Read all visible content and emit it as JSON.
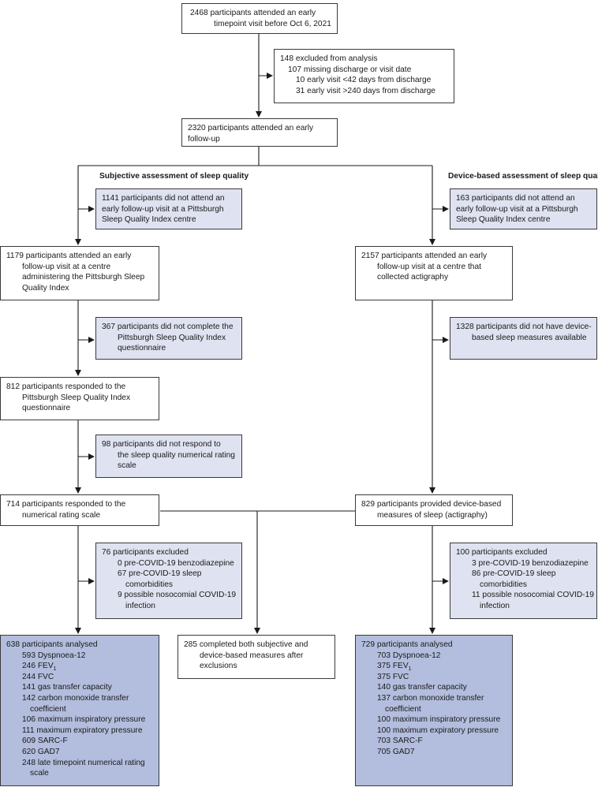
{
  "top": {
    "lines": [
      "2468 participants attended an early",
      "timepoint visit before Oct 6, 2021"
    ]
  },
  "excluded_top": {
    "lines": [
      "148 excluded from analysis",
      "107 missing discharge or visit date",
      "10 early visit <42 days from discharge",
      "31 early visit >240 days from discharge"
    ]
  },
  "early_followup": {
    "lines": [
      "2320 participants attended an early",
      "follow-up"
    ]
  },
  "headers": {
    "subjective": "Subjective assessment of sleep quality",
    "device": "Device-based assessment of sleep quality"
  },
  "left": {
    "no_psqi_centre": {
      "lines": [
        "1141 participants did not attend an",
        "early follow-up visit at a Pittsburgh",
        "Sleep Quality Index centre"
      ]
    },
    "psqi_centre": {
      "lines": [
        "1179 participants attended an early",
        "follow-up visit at a centre",
        "administering the Pittsburgh Sleep",
        "Quality Index"
      ]
    },
    "no_psqi_complete": {
      "lines": [
        "367 participants did not complete the",
        "Pittsburgh Sleep Quality Index",
        "questionnaire"
      ]
    },
    "psqi_responded": {
      "lines": [
        "812 participants responded to the",
        "Pittsburgh Sleep Quality Index",
        "questionnaire"
      ]
    },
    "no_nrs": {
      "lines": [
        "98 participants did not respond to",
        "the sleep quality numerical rating",
        "scale"
      ]
    },
    "nrs_responded": {
      "lines": [
        "714 participants responded to the",
        "numerical rating scale"
      ]
    },
    "excluded": {
      "lines": [
        "76 participants excluded",
        "0 pre-COVID-19 benzodiazepine",
        "67 pre-COVID-19 sleep",
        "comorbidities",
        "9 possible nosocomial COVID-19",
        "infection"
      ]
    },
    "analysed": {
      "title": "638 participants analysed",
      "items": [
        "593 Dyspnoea-12",
        "246 FEV",
        "244 FVC",
        "141 gas transfer capacity",
        "142 carbon monoxide transfer",
        "coefficient",
        "106 maximum inspiratory pressure",
        "111 maximum expiratory pressure",
        "609 SARC-F",
        "620 GAD7",
        "248 late timepoint numerical rating",
        "scale"
      ],
      "fev_subscript": "1"
    }
  },
  "right": {
    "no_acti_centre": {
      "lines": [
        "163 participants did not attend an",
        "early follow-up visit at a Pittsburgh",
        "Sleep Quality Index centre"
      ]
    },
    "acti_centre": {
      "lines": [
        "2157 participants attended an early",
        "follow-up visit at a centre that",
        "collected actigraphy"
      ]
    },
    "no_device": {
      "lines": [
        "1328 participants did not have device-",
        "based sleep measures available"
      ]
    },
    "device_provided": {
      "lines": [
        "829 participants provided device-based",
        "measures of sleep (actigraphy)"
      ]
    },
    "excluded": {
      "lines": [
        "100 participants excluded",
        "3 pre-COVID-19 benzodiazepine",
        "86 pre-COVID-19 sleep",
        "comorbidities",
        "11 possible nosocomial COVID-19",
        "infection"
      ]
    },
    "analysed": {
      "title": "729 participants analysed",
      "items": [
        "703 Dyspnoea-12",
        "375 FEV",
        "375 FVC",
        "140 gas transfer capacity",
        "137 carbon monoxide transfer",
        "coefficient",
        "100 maximum inspiratory pressure",
        "100 maximum expiratory pressure",
        "703 SARC-F",
        "705 GAD7"
      ],
      "fev_subscript": "1"
    }
  },
  "both": {
    "lines": [
      "285 completed both subjective and",
      "device-based measures after",
      "exclusions"
    ]
  }
}
